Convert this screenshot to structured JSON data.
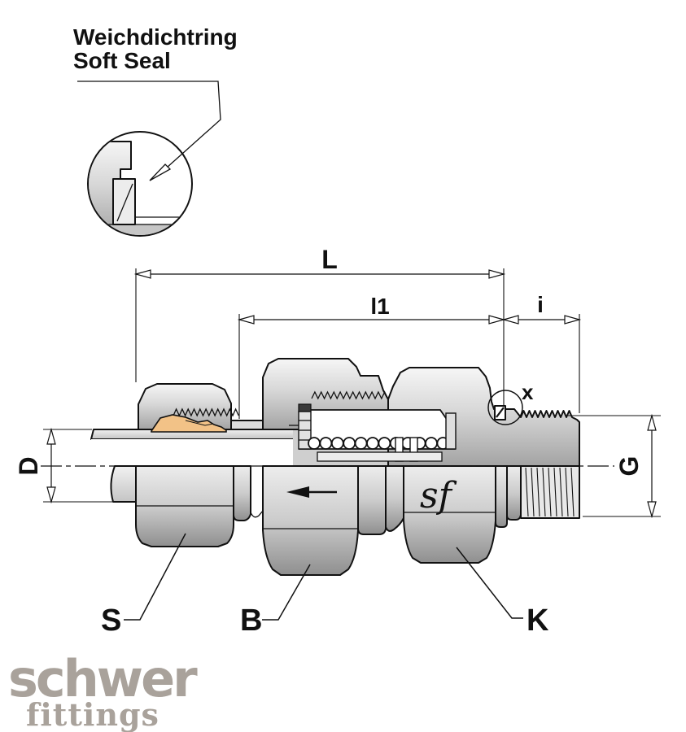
{
  "callout": {
    "line1": "Weichdichtring",
    "line2": "Soft Seal"
  },
  "dimensions": {
    "overall_length": "L",
    "body_length": "l1",
    "thread_insertion": "i",
    "seal_detail": "x",
    "tube_outer_diameter": "D",
    "thread_size": "G"
  },
  "part_labels": {
    "union_nut": "S",
    "valve_body": "B",
    "cone_nut": "K"
  },
  "body_mark": "sf",
  "logo": {
    "name": "schwer",
    "sub": "fittings"
  },
  "colors": {
    "line": "#111111",
    "seal_orange": "#f2c287",
    "logo_gray": "#a9a29b",
    "metal_light": "#f6f6f6",
    "metal_dark": "#969696"
  }
}
